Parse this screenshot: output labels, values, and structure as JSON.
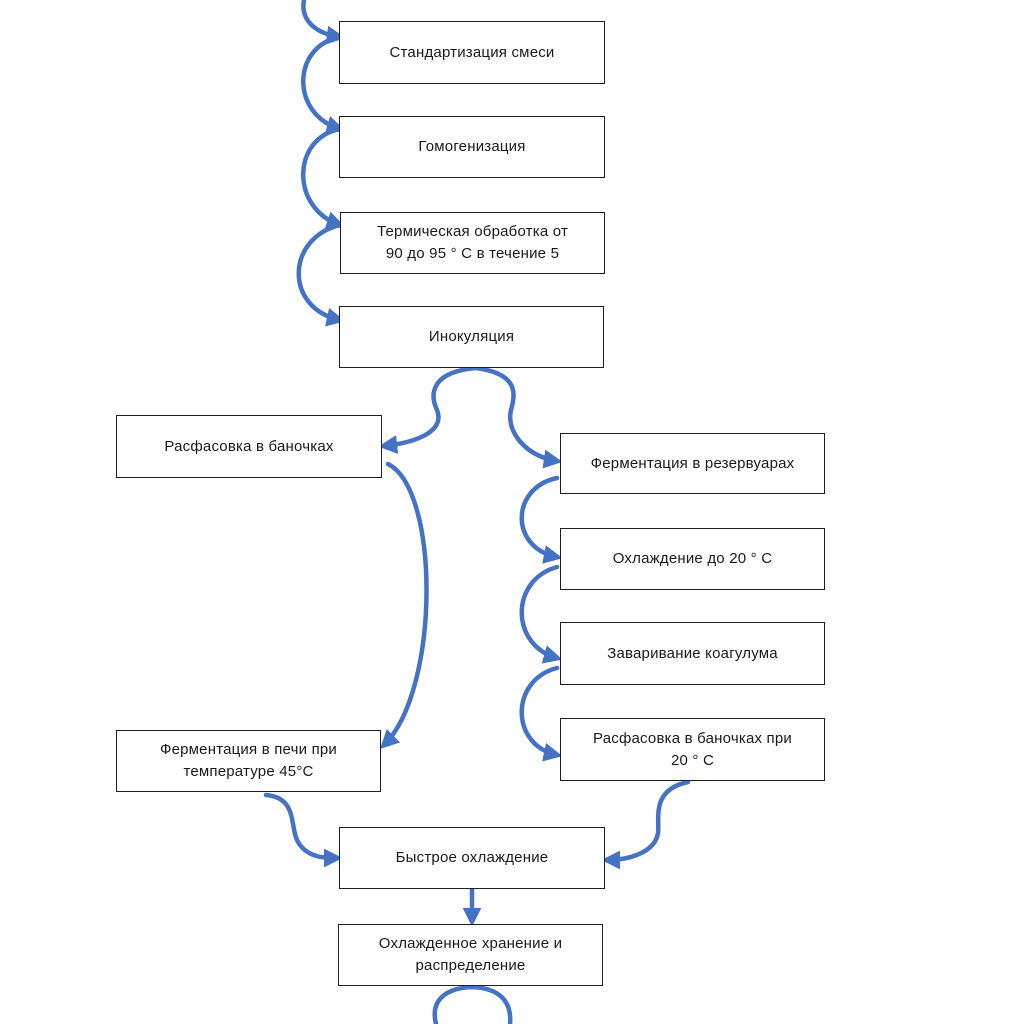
{
  "diagram": {
    "arrow_color": "#4472c4",
    "box_border_color": "#1f1f1f",
    "nodes": {
      "standardization": {
        "lines": [
          "Стандартизация  смеси"
        ]
      },
      "homogenization": {
        "lines": [
          "Гомогенизация"
        ]
      },
      "heat_treatment": {
        "lines": [
          "Термическая  обработка  от",
          "90 до 95  ° С в течение  5"
        ]
      },
      "inoculation": {
        "lines": [
          "Инокуляция"
        ]
      },
      "packing_jars": {
        "lines": [
          "Расфасовка  в баночках"
        ]
      },
      "fermentation_tanks": {
        "lines": [
          "Ферментация  в резервуарах"
        ]
      },
      "cooling_20": {
        "lines": [
          "Охлаждение до 20  ° С"
        ]
      },
      "curd_brewing": {
        "lines": [
          "Заваривание  коагулума"
        ]
      },
      "packing_jars_20": {
        "lines": [
          "Расфасовка  в баночках  при",
          "20  ° С"
        ]
      },
      "fermentation_oven": {
        "lines": [
          "Ферментация  в печи при",
          "температуре  45°С"
        ]
      },
      "fast_cooling": {
        "lines": [
          "Быстрое  охлаждение"
        ]
      },
      "cold_storage": {
        "lines": [
          "Охлажденное  хранение  и",
          "распределение"
        ]
      }
    }
  }
}
